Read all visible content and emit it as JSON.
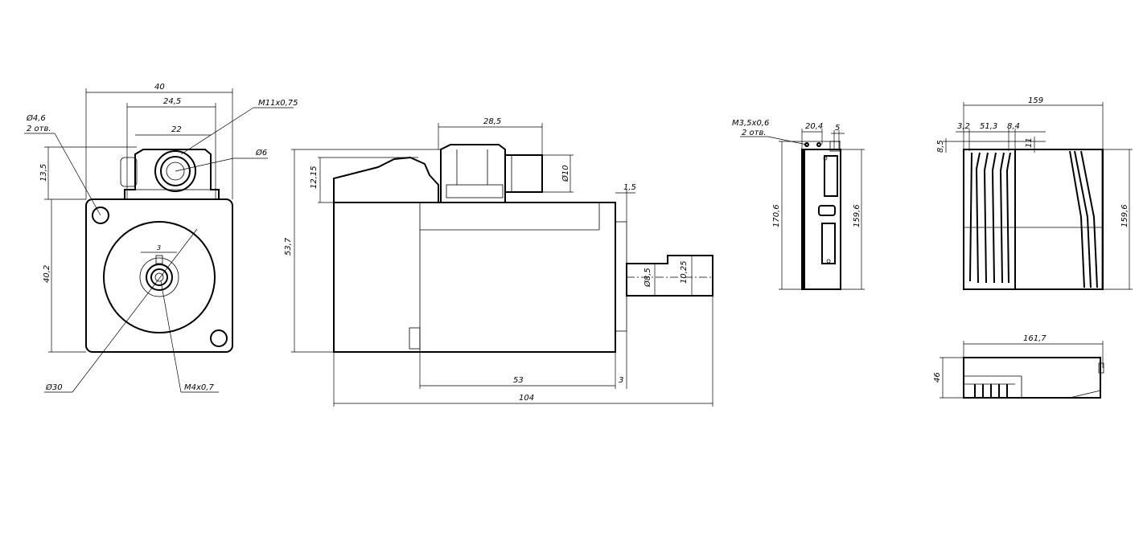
{
  "front_view": {
    "dim_40": "40",
    "dim_24_5": "24,5",
    "dim_22": "22",
    "thread_connector": "M11x0,75",
    "hole_dia": "Ø4,6",
    "hole_count": "2 отв.",
    "dia_6": "Ø6",
    "dim_13_5": "13,5",
    "dim_40_2": "40,2",
    "dia_30": "Ø30",
    "thread_shaft": "M4x0,7",
    "key_width": "3"
  },
  "side_view": {
    "dim_28_5": "28,5",
    "dia_10": "Ø10",
    "dim_12_15": "12,15",
    "dim_53_7": "53,7",
    "dim_1_5": "1,5",
    "dia_8_5": "Ø8,5",
    "dim_10_25": "10,25",
    "dim_53": "53",
    "dim_3": "3",
    "dim_104": "104"
  },
  "driver_side_view": {
    "thread": "M3,5x0,6",
    "hole_count": "2 отв.",
    "dim_20_4": "20,4",
    "dim_5": "5",
    "dim_170_6": "170,6",
    "dim_159_6": "159,6"
  },
  "driver_front_view": {
    "dim_159": "159",
    "dim_3_2": "3,2",
    "dim_51_3": "51,3",
    "dim_8_4": "8,4",
    "dim_8_5": "8,5",
    "dim_11": "11",
    "dim_159_6": "159,6"
  },
  "driver_top_view": {
    "dim_161_7": "161,7",
    "dim_46": "46"
  }
}
